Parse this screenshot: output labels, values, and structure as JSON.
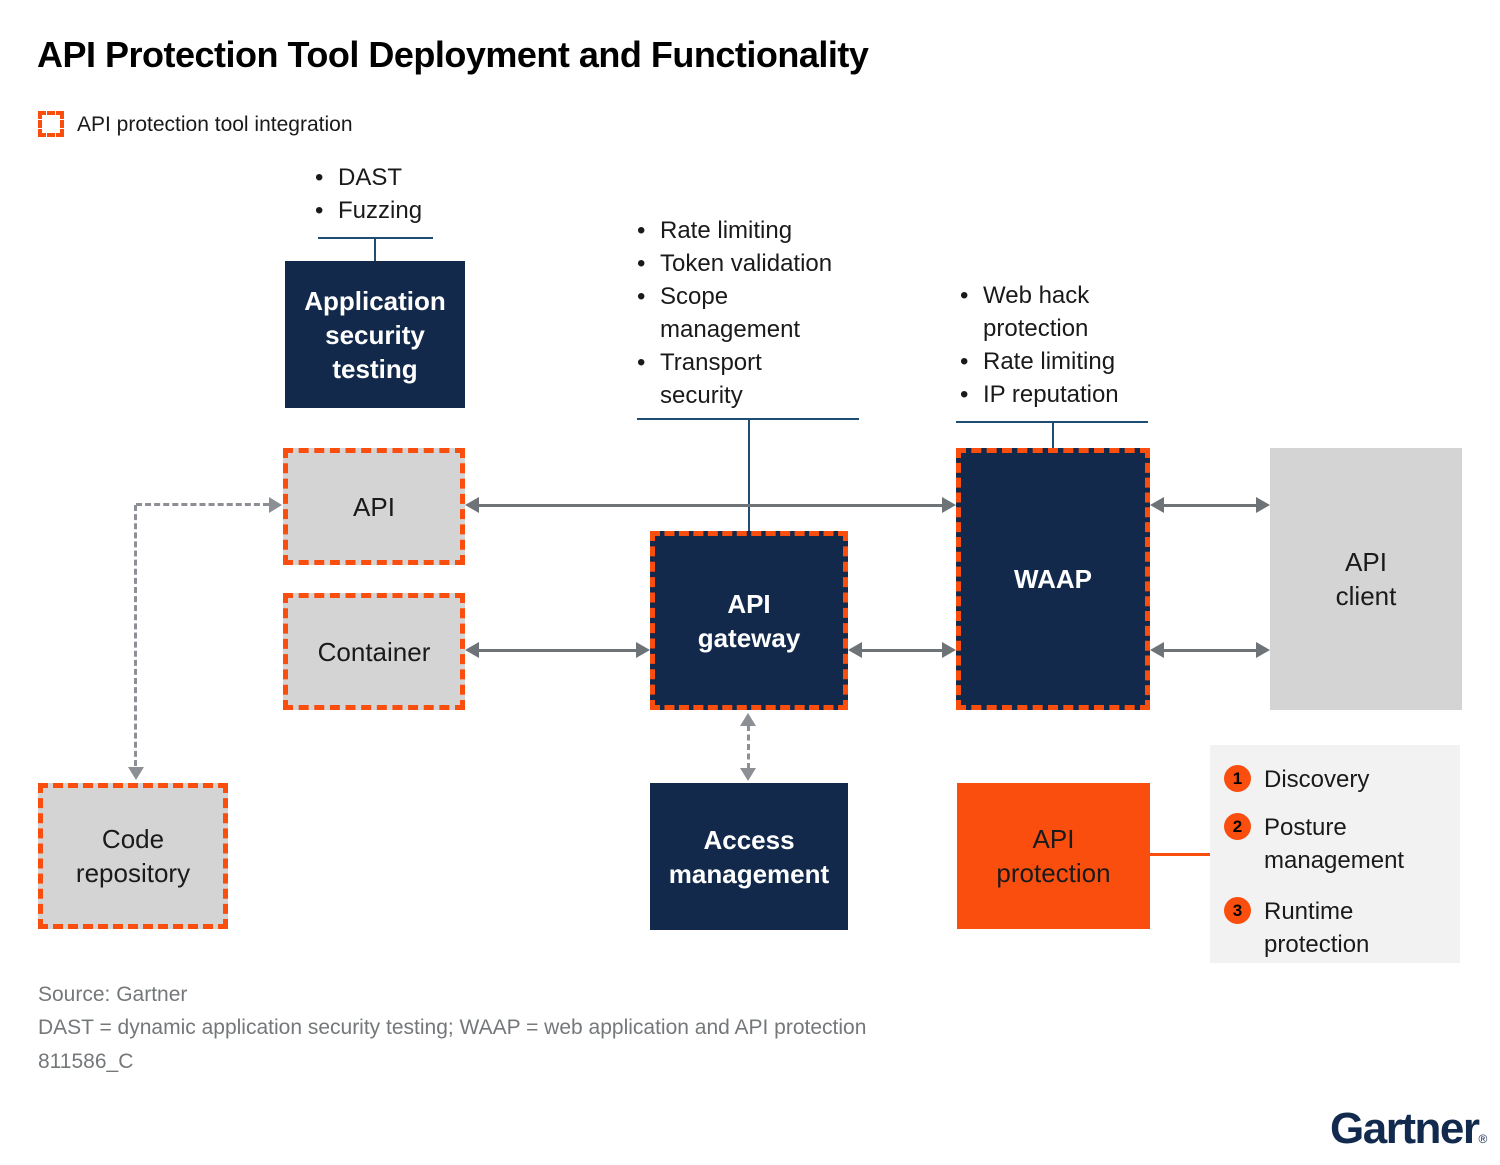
{
  "title": "API Protection Tool Deployment and Functionality",
  "legend": {
    "label": "API protection tool integration"
  },
  "colors": {
    "navy": "#12294b",
    "orange": "#fa4e0f",
    "box_gray": "#d4d4d4",
    "panel_gray": "#f2f2f2",
    "arrow_gray": "#6e7377",
    "dashed_gray": "#8c9094",
    "pointer_navy": "#1d4d73",
    "footer_gray": "#74787a"
  },
  "callouts": {
    "app_sec_testing": {
      "lines": [
        {
          "m": "•",
          "t": "DAST"
        },
        {
          "m": "•",
          "t": "Fuzzing"
        }
      ]
    },
    "api_gateway": {
      "lines": [
        {
          "m": "•",
          "t": "Rate limiting"
        },
        {
          "m": "•",
          "t": "Token validation"
        },
        {
          "m": "•",
          "t": "Scope"
        },
        {
          "m": "",
          "t": "management"
        },
        {
          "m": "•",
          "t": "Transport"
        },
        {
          "m": "",
          "t": "security"
        }
      ]
    },
    "waap": {
      "lines": [
        {
          "m": "•",
          "t": "Web hack"
        },
        {
          "m": "",
          "t": "protection"
        },
        {
          "m": "•",
          "t": "Rate limiting"
        },
        {
          "m": "•",
          "t": "IP reputation"
        }
      ]
    }
  },
  "boxes": {
    "app_sec_testing": {
      "label": "Application\nsecurity\ntesting"
    },
    "api": {
      "label": "API"
    },
    "container": {
      "label": "Container"
    },
    "code_repository": {
      "label": "Code\nrepository"
    },
    "api_gateway": {
      "label": "API\ngateway"
    },
    "waap": {
      "label": "WAAP"
    },
    "api_client": {
      "label": "API\nclient"
    },
    "access_management": {
      "label": "Access\nmanagement"
    },
    "api_protection": {
      "label": "API\nprotection"
    }
  },
  "process_steps": [
    {
      "number": "1",
      "label": "Discovery"
    },
    {
      "number": "2",
      "label": "Posture\nmanagement"
    },
    {
      "number": "3",
      "label": "Runtime\nprotection"
    }
  ],
  "footer": {
    "source": "Source: Gartner",
    "definitions": "DAST = dynamic application security testing; WAAP = web application and API protection",
    "doc_id": "811586_C"
  },
  "logo": {
    "text": "Gartner",
    "reg": "®"
  }
}
